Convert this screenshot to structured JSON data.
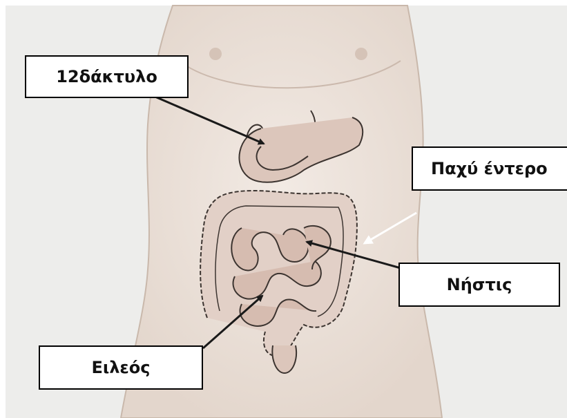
{
  "labels": {
    "duodenum": "12δάκτυλο",
    "colon": "Παχύ έντερο",
    "jejunum": "Νήστις",
    "ileum": "Ειλεός"
  },
  "colors": {
    "background": "#ededeb",
    "skin": "#e8ddd5",
    "intestine_fill": "#d9c2b8",
    "outline": "#3c3430",
    "arrow": "#1a1a1a",
    "arrow_white": "#ffffff"
  },
  "icons": {
    "arrow": "straight-arrow"
  }
}
